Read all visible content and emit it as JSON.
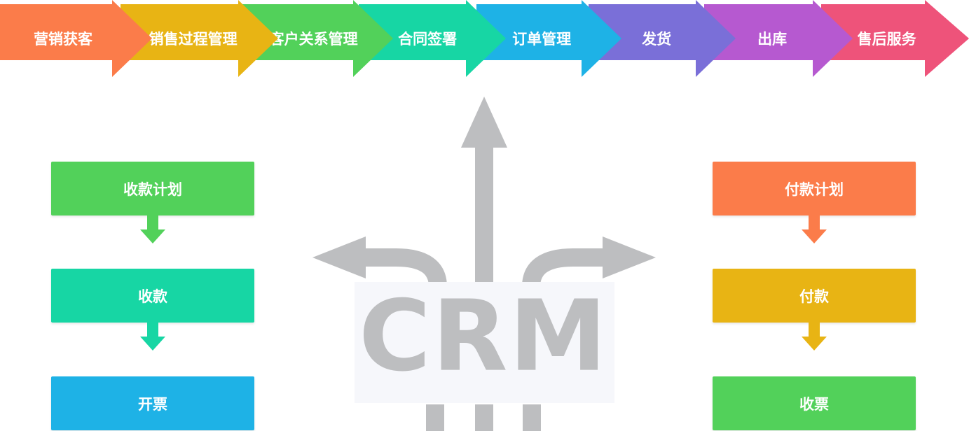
{
  "process_flow": {
    "steps": [
      {
        "label": "营销获客",
        "color": "#fb7c4a"
      },
      {
        "label": "销售过程管理",
        "color": "#e8b414"
      },
      {
        "label": "客户关系管理",
        "color": "#52d15a"
      },
      {
        "label": "合同签署",
        "color": "#17d6a4"
      },
      {
        "label": "订单管理",
        "color": "#1eb2e6"
      },
      {
        "label": "发货",
        "color": "#7a6fd8"
      },
      {
        "label": "出库",
        "color": "#b659d0"
      },
      {
        "label": "售后服务",
        "color": "#ee537a"
      }
    ]
  },
  "center": {
    "logo_text": "CRM",
    "arrow_color": "#bdbec0",
    "panel_color": "#f6f7fb"
  },
  "left_flow": {
    "boxes": [
      {
        "label": "收款计划",
        "color": "#52d15a"
      },
      {
        "label": "收款",
        "color": "#17d6a4"
      },
      {
        "label": "开票",
        "color": "#1eb2e6"
      }
    ]
  },
  "right_flow": {
    "boxes": [
      {
        "label": "付款计划",
        "color": "#fb7c4a"
      },
      {
        "label": "付款",
        "color": "#e8b414"
      },
      {
        "label": "收票",
        "color": "#52d15a"
      }
    ]
  }
}
